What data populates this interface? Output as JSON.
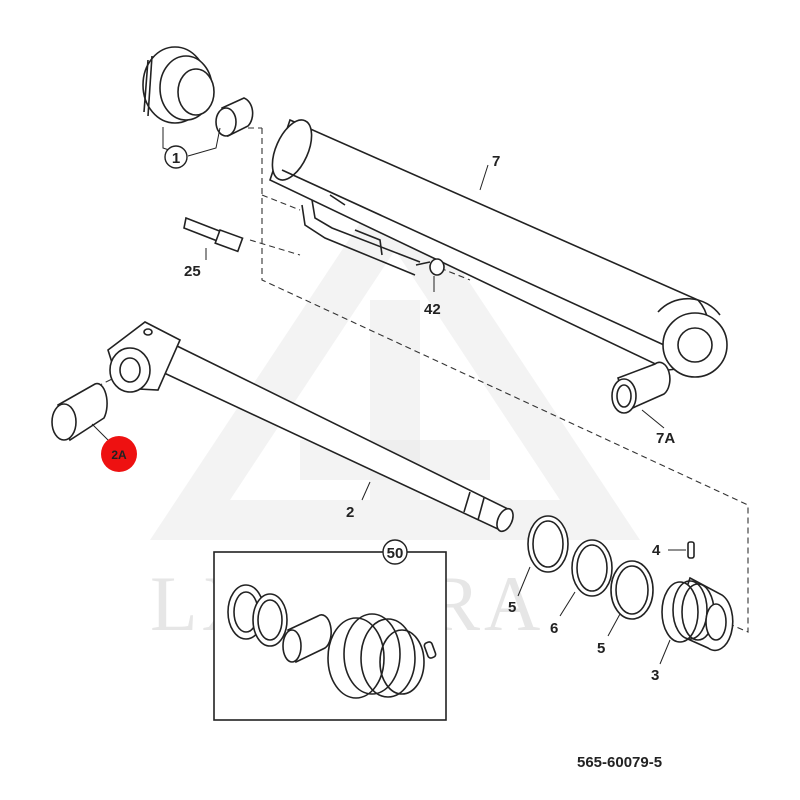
{
  "figure_number": "565-60079-5",
  "watermark": {
    "text": "LXTAGRA"
  },
  "callouts": {
    "c1": "1",
    "c7": "7",
    "c25": "25",
    "c42": "42",
    "c7a": "7A",
    "c2a": "2A",
    "c2": "2",
    "c50": "50",
    "c4": "4",
    "c5a": "5",
    "c6": "6",
    "c5b": "5",
    "c3": "3"
  },
  "highlight": {
    "callout": "2A",
    "color": "#ee1111"
  },
  "colors": {
    "line": "#222222",
    "watermark": "#e6e6e6"
  }
}
